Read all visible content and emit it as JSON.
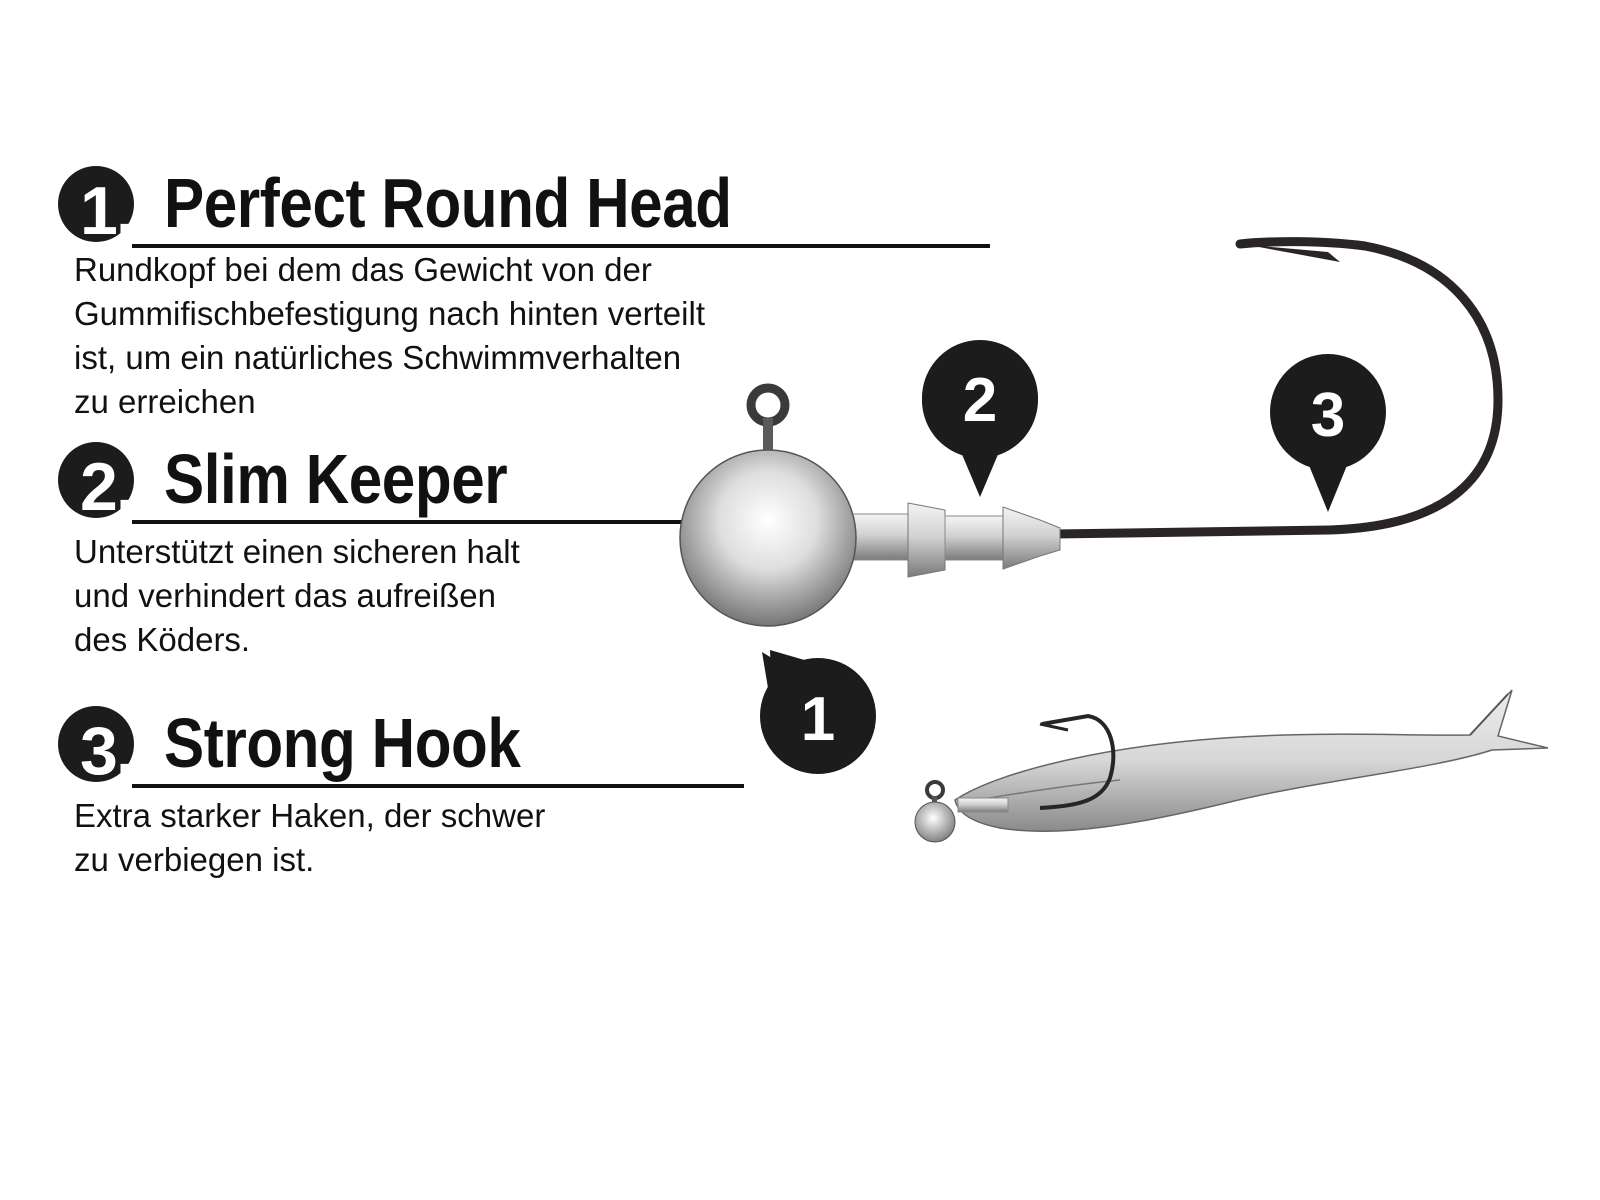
{
  "features": [
    {
      "number": "1.",
      "title": "Perfect Round Head",
      "description": [
        "Rundkopf bei dem das Gewicht von der",
        "Gummifischbefestigung nach hinten verteilt",
        "ist, um ein natürliches Schwimmverhalten",
        "zu erreichen"
      ]
    },
    {
      "number": "2.",
      "title": "Slim Keeper",
      "description": [
        "Unterstützt einen sicheren halt",
        "und verhindert das aufreißen",
        "des Köders."
      ]
    },
    {
      "number": "3.",
      "title": "Strong  Hook",
      "description": [
        "Extra starker Haken, der schwer",
        "zu verbiegen ist."
      ]
    }
  ],
  "markers": {
    "head": "1",
    "keeper": "2",
    "hook": "3"
  },
  "colors": {
    "ink": "#111111",
    "marker": "#1c1c1c",
    "metal_light": "#f4f4f4",
    "metal_dark": "#6e6e6e",
    "hook_wire": "#2a2525"
  }
}
